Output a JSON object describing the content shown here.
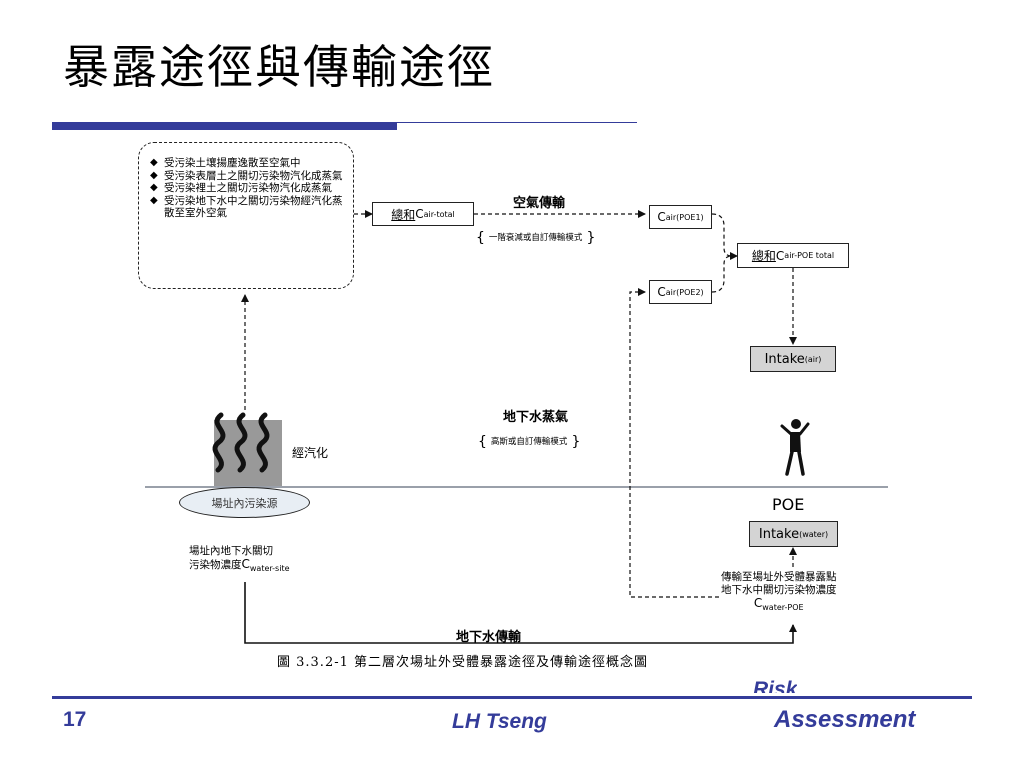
{
  "title": "暴露途徑與傳輸途徑",
  "diagram": {
    "release_bullets": [
      "受污染土壤揚塵逸散至空氣中",
      "受污染表層土之關切污染物汽化成蒸氣",
      "受污染裡土之關切污染物汽化成蒸氣",
      "受污染地下水中之關切污染物經汽化蒸散至室外空氣"
    ],
    "air_total": {
      "prefix": "總和",
      "main": "C",
      "sub": "air-total"
    },
    "air_transport_label": "空氣傳輸",
    "air_model_label": "一階衰減或自訂傳輸模式",
    "poe1": {
      "main": "C",
      "sub": "air(POE1)"
    },
    "poe2": {
      "main": "C",
      "sub": "air(POE2)"
    },
    "poe_total": {
      "prefix": "總和",
      "main": "C",
      "sub": "air-POE total"
    },
    "intake_air": {
      "main": "Intake",
      "sub": "(air)"
    },
    "groundwater_vapor_label": "地下水蒸氣",
    "vapor_model_label": "高斯或自訂傳輸模式",
    "volatilization_label": "經汽化",
    "source_label": "場址內污染源",
    "site_gw_conc": {
      "line1": "場址內地下水關切",
      "line2_prefix": "污染物濃度",
      "main": "C",
      "sub": "water-site"
    },
    "poe_label": "POE",
    "intake_water": {
      "main": "Intake",
      "sub": "(water)"
    },
    "poe_gw_conc": {
      "line1": "傳輸至場址外受體暴露點",
      "line2": "地下水中關切污染物濃度",
      "main": "C",
      "sub": "water-POE"
    },
    "groundwater_transport_label": "地下水傳輸",
    "caption": "圖 3.3.2-1 第二層次場址外受體暴露途徑及傳輸途徑概念圖",
    "icons": {
      "vapor": "vapor-waves-icon",
      "receptor": "human-receptor-icon"
    }
  },
  "footer": {
    "page_number": "17",
    "author": "LH Tseng",
    "topic_line1": "Risk",
    "topic_line2": "Assessment"
  },
  "colors": {
    "accent": "#343c9a",
    "ground_line": "#9aa0aa",
    "intake_fill": "#d4d4d4"
  }
}
